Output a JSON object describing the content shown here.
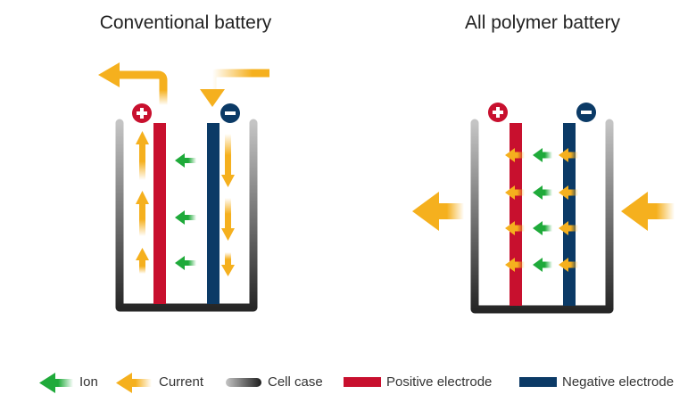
{
  "titles": {
    "conventional": "Conventional battery",
    "polymer": "All polymer battery"
  },
  "terminals": {
    "positive": "+",
    "negative": "−"
  },
  "colors": {
    "positive_electrode": "#c8102e",
    "negative_electrode": "#0b3a66",
    "ion": "#1faa3a",
    "current": "#f5b01e",
    "case_dark": "#2a2a2a",
    "case_light": "#bdbdbd"
  },
  "legend": [
    {
      "key": "ion",
      "label": "Ion",
      "icon": "green-arrow-left-icon"
    },
    {
      "key": "current",
      "label": "Current",
      "icon": "yellow-arrow-left-icon"
    },
    {
      "key": "case",
      "label": "Cell case",
      "icon": "gray-gradient-bar-icon"
    },
    {
      "key": "positive",
      "label": "Positive electrode",
      "icon": "red-bar-icon"
    },
    {
      "key": "negative",
      "label": "Negative electrode",
      "icon": "navy-bar-icon"
    }
  ]
}
